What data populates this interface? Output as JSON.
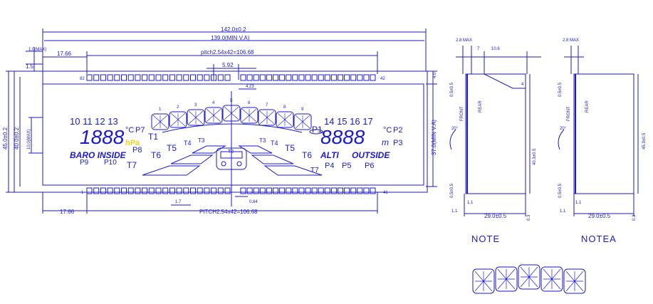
{
  "colors": {
    "line": "#1a1ad0",
    "highlight": "#f0d020",
    "background": "#ffffff"
  },
  "dims": {
    "overall_width": "142.0±0.2",
    "view_area_width": "139.0(MIN V.A)",
    "pitch_top": "pitch2.54x42=106.68",
    "pitch_bottom": "PITCH2.54x42=106.68",
    "offset_left_top": "17.66",
    "offset_left_bottom": "17.66",
    "pin_width": "1.0(MAX)",
    "pin_offset": "1.5",
    "seg_a": "5.92",
    "seg_b": "4.23",
    "gap_bottom_a": "1.7",
    "gap_bottom_b": "0.84",
    "height_right_a": "4.0",
    "height_right_b": "37.0(MIN V.A)",
    "height_left_a": "45.0±0.2",
    "height_left_b": "40.0±0.2",
    "height_left_c": "10.0(MAX)"
  },
  "display": {
    "left_nums": "10 11 12 13",
    "right_nums": "14 15 16 17",
    "left_digits": "1888",
    "right_digits": "8888",
    "deg_c_left": "°C",
    "deg_c_right": "°C",
    "p7": "P7",
    "p8": "P8",
    "p9": "P9",
    "p10": "P10",
    "p1": "P1",
    "p2": "P2",
    "p3": "P3",
    "p4": "P4",
    "p5": "P5",
    "p6": "P6",
    "hpa": "hPa",
    "m": "m",
    "baro_inside": "BARO INSIDE",
    "alti_outside": "ALTI",
    "outside": "OUTSIDE",
    "arc_labels": [
      "1",
      "2",
      "3",
      "4",
      "5",
      "6",
      "7",
      "8",
      "9"
    ],
    "t1": "T1",
    "t2": "T2",
    "t3": "T3",
    "t4": "T4",
    "t5": "T5",
    "t6": "T6",
    "t7": "T7",
    "pin_first": "1",
    "pin_last": "41",
    "pin_top_left": "82",
    "pin_top_right": "42"
  },
  "side_view": {
    "max_a": "2.8 MAX",
    "top_a": "7",
    "top_b": "10.6",
    "dim_4": "4",
    "front": "FRONT",
    "rear": "REAR",
    "angle": "20°",
    "height_mid": "40.3±0.5",
    "top_offset": "0.5±0.5",
    "bottom_offset": "0.5±0.5",
    "bottom_a": "1.1",
    "bottom_b": "1.1",
    "width": "29.0±0.5",
    "dim_03": "0.3",
    "title": "NOTE"
  },
  "side_view_a": {
    "max_a": "2.8 MAX",
    "front": "FRONT",
    "rear": "REAR",
    "angle": "20°",
    "height_mid": "45.3±0.5",
    "top_offset": "0.5±0.5",
    "bottom_offset": "0.5±0.5",
    "bottom_a": "1.1",
    "bottom_b": "1.1",
    "width": "29.0±0.5",
    "dim_03": "0.3",
    "title": "NOTEA"
  }
}
